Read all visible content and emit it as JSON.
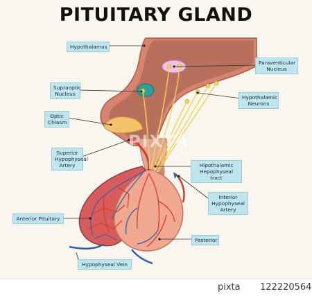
{
  "title": "PITUITARY GLAND",
  "labels": {
    "hypothalamus": "Hypothalamus",
    "paraventicular": "Paraventicular\nNucleus",
    "supraoptic": "Supraoptic\nNucleus",
    "hypothalamic_neurons": "Hypothalamic\nNeurons",
    "optic_chiasm": "Optic\nChiasm",
    "superior_artery": "Superior\nHypophyseal\nArtery",
    "tract": "Hipothalamic\nHepophyseal tract",
    "interior_artery": "Interior\nHypophyseal\nArtery",
    "anterior": "Anterior Pituitary",
    "posterior": "Pasterior",
    "vein": "Hypophyseal Vein"
  },
  "footer": {
    "brand": "pixta",
    "image_id": "122220564"
  },
  "watermark": "PIXTA",
  "colors": {
    "label_bg": "#bfe6ef",
    "hypothalamus": "#c98a6f",
    "artery": "#d63a2a",
    "vein": "#2f5fa8",
    "neurons": "#f5d25a"
  }
}
